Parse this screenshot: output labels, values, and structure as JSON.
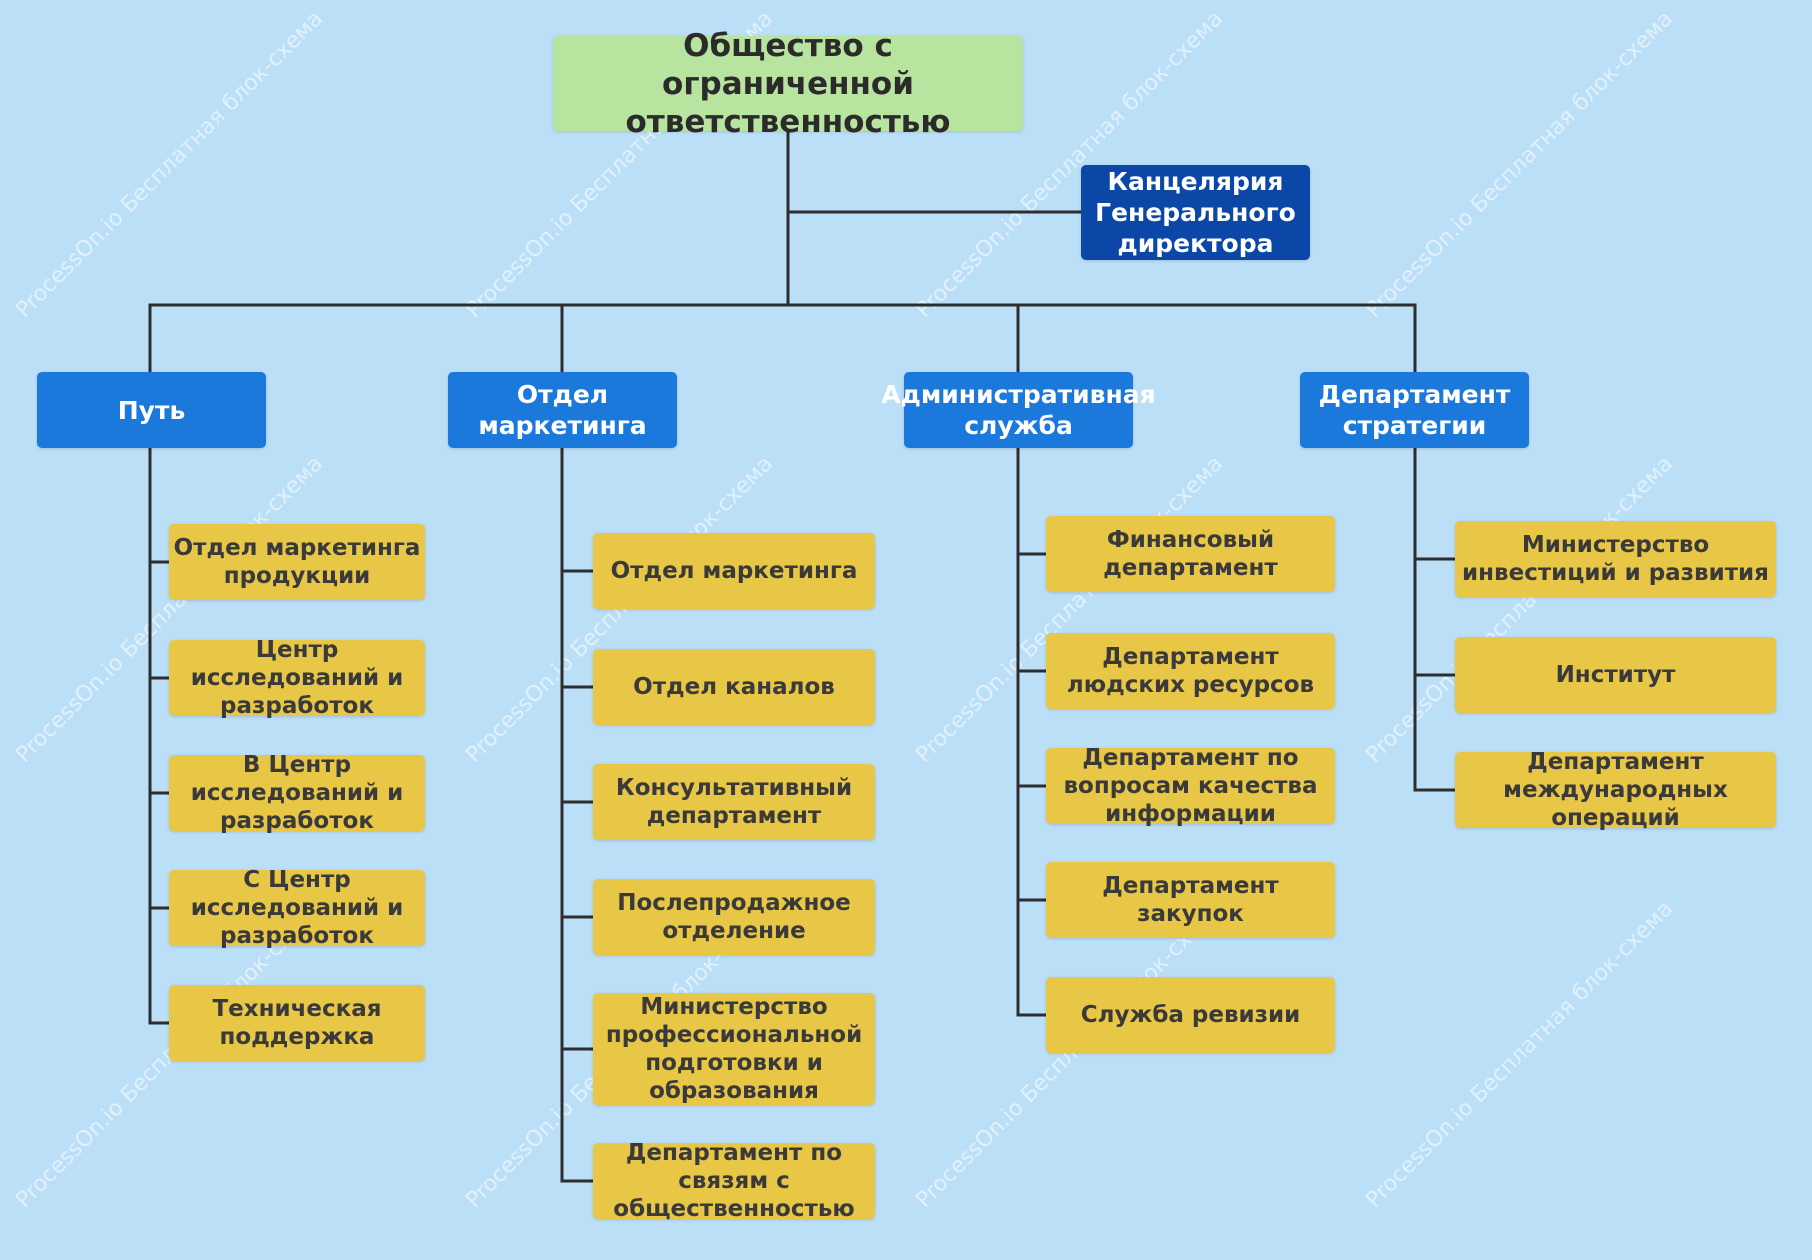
{
  "colors": {
    "background": "#bcdff8",
    "root": "#b7e49f",
    "office": "#0b47a6",
    "department": "#1c79dc",
    "unit": "#e8c746",
    "connector": "#2d2d2d"
  },
  "watermark": "ProcessOn.io Бесплатная блок-схема",
  "root": {
    "label": "Общество с ограниченной ответственностью"
  },
  "office": {
    "label": "Канцелярия Генерального директора"
  },
  "columns": [
    {
      "label": "Путь",
      "units": [
        {
          "label": "Отдел маркетинга продукции"
        },
        {
          "label": "Центр исследований и разработок"
        },
        {
          "label": "В Центр исследований и разработок"
        },
        {
          "label": "С Центр исследований и разработок"
        },
        {
          "label": "Техническая поддержка"
        }
      ]
    },
    {
      "label": "Отдел маркетинга",
      "units": [
        {
          "label": "Отдел маркетинга"
        },
        {
          "label": "Отдел каналов"
        },
        {
          "label": "Консультативный департамент"
        },
        {
          "label": "Послепродажное отделение"
        },
        {
          "label": "Министерство профессиональной подготовки и образования"
        },
        {
          "label": "Департамент по связям с общественностью"
        }
      ]
    },
    {
      "label": "Административная служба",
      "units": [
        {
          "label": "Финансовый департамент"
        },
        {
          "label": "Департамент людских ресурсов"
        },
        {
          "label": "Департамент по вопросам качества информации"
        },
        {
          "label": "Департамент закупок"
        },
        {
          "label": "Служба ревизии"
        }
      ]
    },
    {
      "label": "Департамент стратегии",
      "units": [
        {
          "label": "Министерство инвестиций и развития"
        },
        {
          "label": "Институт"
        },
        {
          "label": "Департамент международных операций"
        }
      ]
    }
  ]
}
